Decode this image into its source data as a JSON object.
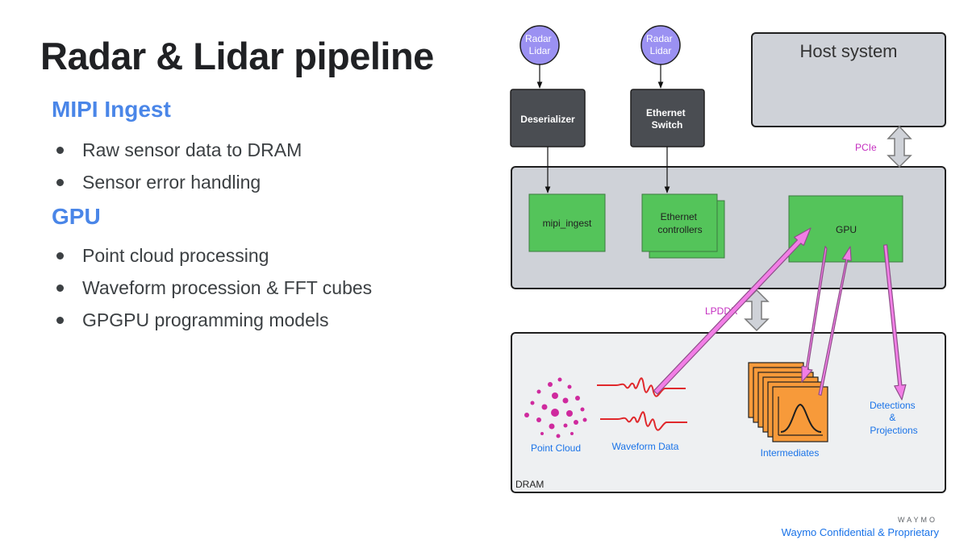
{
  "title": "Radar & Lidar pipeline",
  "sections": [
    {
      "heading": "MIPI Ingest",
      "bullets": [
        "Raw sensor data to DRAM",
        "Sensor error handling"
      ]
    },
    {
      "heading": "GPU",
      "bullets": [
        "Point cloud processing",
        "Waveform procession & FFT cubes",
        "GPGPU programming models"
      ]
    }
  ],
  "diagram": {
    "sensor_1": [
      "Radar",
      "Lidar"
    ],
    "sensor_2": [
      "Radar",
      "Lidar"
    ],
    "deserializer": "Deserializer",
    "ethernet_switch": [
      "Ethernet",
      "Switch"
    ],
    "host_system": "Host system",
    "pcie_label": "PCIe",
    "mipi_ingest": "mipi_ingest",
    "ethernet_controllers": [
      "Ethernet",
      "controllers"
    ],
    "gpu": "GPU",
    "lpddr_label": "LPDDR",
    "dram_label": "DRAM",
    "point_cloud": "Point Cloud",
    "waveform_data": "Waveform Data",
    "intermediates": "Intermediates",
    "detections": [
      "Detections",
      "&",
      "Projections"
    ],
    "colors": {
      "sensor_fill": "#9b91f2",
      "block_dark": "#4a4d52",
      "soc_fill": "#cfd2d8",
      "host_fill": "#cfd2d8",
      "green": "#54c45a",
      "dram_fill": "#eef0f2",
      "arrow_pink": "#f27ee6",
      "pink_text": "#c52fc0",
      "blue_text": "#1a73e8",
      "wave_red": "#e0282c",
      "dot_magenta": "#cf2a9e",
      "orange": "#f79a3a"
    }
  },
  "footer": {
    "logo": "WAYMO",
    "note": "Waymo Confidential & Proprietary"
  }
}
